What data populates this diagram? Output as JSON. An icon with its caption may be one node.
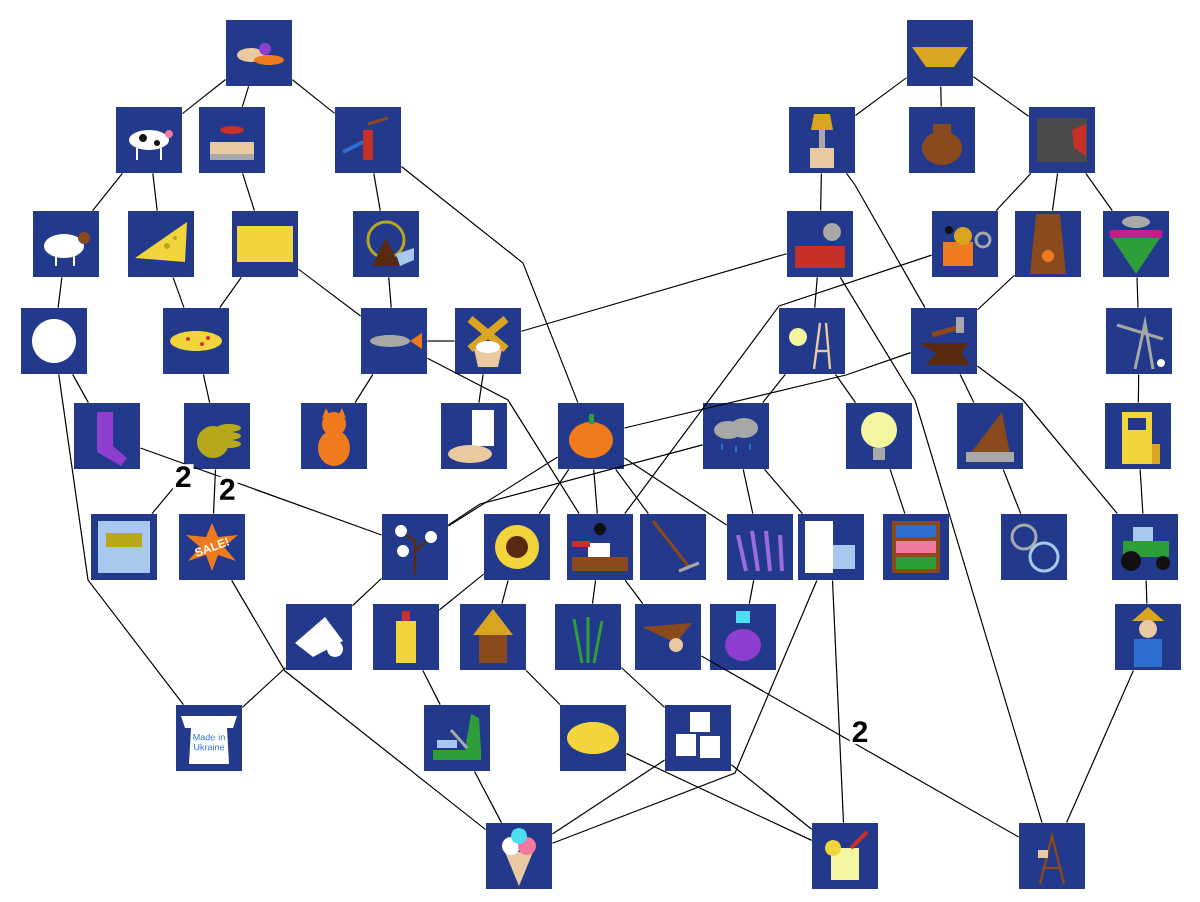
{
  "diagram": {
    "nodes": [
      {
        "text": [],
        "shape": "picture"
      },
      {
        "text": [],
        "shape": "picture"
      },
      {
        "text": [],
        "shape": "picture"
      },
      {
        "text": [],
        "shape": "picture"
      },
      {
        "text": [],
        "shape": "picture"
      },
      {
        "text": [],
        "shape": "picture"
      },
      {
        "text": [],
        "shape": "picture"
      },
      {
        "text": [],
        "shape": "picture"
      },
      {
        "text": [],
        "shape": "picture"
      },
      {
        "text": [],
        "shape": "picture"
      },
      {
        "text": [],
        "shape": "picture"
      },
      {
        "text": [],
        "shape": "picture"
      },
      {
        "text": [],
        "shape": "picture"
      },
      {
        "text": [],
        "shape": "picture"
      },
      {
        "text": [],
        "shape": "picture"
      },
      {
        "text": [],
        "shape": "picture"
      },
      {
        "text": [],
        "shape": "picture"
      },
      {
        "text": [],
        "shape": "picture"
      },
      {
        "text": [],
        "shape": "picture"
      },
      {
        "text": [],
        "shape": "picture"
      },
      {
        "text": [],
        "shape": "picture"
      },
      {
        "text": [],
        "shape": "picture"
      },
      {
        "text": [],
        "shape": "picture"
      },
      {
        "text": [],
        "shape": "picture"
      },
      {
        "text": [],
        "shape": "picture"
      },
      {
        "text": [],
        "shape": "picture"
      },
      {
        "text": [],
        "shape": "picture"
      },
      {
        "text": [],
        "shape": "picture"
      },
      {
        "text": [],
        "shape": "picture"
      },
      {
        "text": [],
        "shape": "picture"
      },
      {
        "text": [],
        "shape": "picture"
      },
      {
        "text": [],
        "shape": "picture"
      },
      {
        "text": [],
        "shape": "picture"
      },
      {
        "text": [
          "SALE!"
        ]
      },
      {
        "text": [],
        "shape": "picture"
      },
      {
        "text": [],
        "shape": "picture"
      },
      {
        "text": [],
        "shape": "picture"
      },
      {
        "text": [],
        "shape": "picture"
      },
      {
        "text": [],
        "shape": "picture"
      },
      {
        "text": [],
        "shape": "picture"
      },
      {
        "text": [],
        "shape": "picture"
      },
      {
        "text": [],
        "shape": "picture"
      },
      {
        "text": [],
        "shape": "picture"
      },
      {
        "text": [],
        "shape": "picture"
      },
      {
        "text": [],
        "shape": "picture"
      },
      {
        "text": [],
        "shape": "picture"
      },
      {
        "text": [],
        "shape": "picture"
      },
      {
        "text": [],
        "shape": "picture"
      },
      {
        "text": [],
        "shape": "picture"
      },
      {
        "text": [],
        "shape": "picture"
      },
      {
        "text": [
          "Made in Ukraine"
        ]
      },
      {
        "text": [],
        "shape": "picture"
      },
      {
        "text": [],
        "shape": "picture"
      },
      {
        "text": [],
        "shape": "picture"
      },
      {
        "text": [],
        "shape": "picture"
      },
      {
        "text": [],
        "shape": "picture"
      },
      {
        "text": [],
        "shape": "picture"
      }
    ],
    "edges": [
      {
        "from": 0,
        "to": 2,
        "arrow": "none"
      },
      {
        "from": 0,
        "to": 3,
        "arrow": "none"
      },
      {
        "from": 0,
        "to": 4,
        "arrow": "none"
      },
      {
        "from": 1,
        "to": 5,
        "arrow": "none"
      },
      {
        "from": 1,
        "to": 6,
        "arrow": "none"
      },
      {
        "from": 1,
        "to": 7,
        "arrow": "none"
      },
      {
        "from": 2,
        "to": 8,
        "arrow": "none"
      },
      {
        "from": 2,
        "to": 9,
        "arrow": "none"
      },
      {
        "from": 3,
        "to": 10,
        "arrow": "none"
      },
      {
        "from": 4,
        "to": 11,
        "arrow": "none"
      },
      {
        "from": 4,
        "to": 27,
        "arrow": "none"
      },
      {
        "from": 5,
        "to": 12,
        "arrow": "none"
      },
      {
        "from": 5,
        "to": 21,
        "arrow": "none"
      },
      {
        "from": 7,
        "to": 13,
        "arrow": "none"
      },
      {
        "from": 7,
        "to": 14,
        "arrow": "none"
      },
      {
        "from": 7,
        "to": 15,
        "arrow": "none"
      },
      {
        "from": 8,
        "to": 16,
        "arrow": "none"
      },
      {
        "from": 9,
        "to": 17,
        "arrow": "none"
      },
      {
        "from": 10,
        "to": 17,
        "arrow": "none"
      },
      {
        "from": 10,
        "to": 18,
        "arrow": "none"
      },
      {
        "from": 11,
        "to": 18,
        "arrow": "none"
      },
      {
        "from": 12,
        "to": 19,
        "arrow": "none"
      },
      {
        "from": 12,
        "to": 20,
        "arrow": "none"
      },
      {
        "from": 12,
        "to": 56,
        "arrow": "none"
      },
      {
        "from": 13,
        "to": 36,
        "arrow": "none"
      },
      {
        "from": 14,
        "to": 21,
        "arrow": "none"
      },
      {
        "from": 15,
        "to": 22,
        "arrow": "none"
      },
      {
        "from": 16,
        "to": 23,
        "arrow": "none"
      },
      {
        "from": 16,
        "to": 50,
        "arrow": "none"
      },
      {
        "from": 17,
        "to": 24,
        "arrow": "none"
      },
      {
        "from": 18,
        "to": 19,
        "arrow": "none"
      },
      {
        "from": 18,
        "to": 25,
        "arrow": "none"
      },
      {
        "from": 18,
        "to": 36,
        "arrow": "none"
      },
      {
        "from": 19,
        "to": 26,
        "arrow": "none"
      },
      {
        "from": 20,
        "to": 28,
        "arrow": "none"
      },
      {
        "from": 20,
        "to": 29,
        "arrow": "none"
      },
      {
        "from": 21,
        "to": 27,
        "arrow": "none"
      },
      {
        "from": 21,
        "to": 30,
        "arrow": "none"
      },
      {
        "from": 21,
        "to": 42,
        "arrow": "none"
      },
      {
        "from": 22,
        "to": 31,
        "arrow": "none"
      },
      {
        "from": 23,
        "to": 34,
        "arrow": "none"
      },
      {
        "from": 24,
        "to": 32,
        "arrow": "none",
        "label": "2"
      },
      {
        "from": 24,
        "to": 33,
        "arrow": "none",
        "label": "2"
      },
      {
        "from": 27,
        "to": 34,
        "arrow": "none"
      },
      {
        "from": 27,
        "to": 35,
        "arrow": "none"
      },
      {
        "from": 27,
        "to": 36,
        "arrow": "none"
      },
      {
        "from": 27,
        "to": 37,
        "arrow": "none"
      },
      {
        "from": 27,
        "to": 38,
        "arrow": "none"
      },
      {
        "from": 28,
        "to": 34,
        "arrow": "none"
      },
      {
        "from": 28,
        "to": 38,
        "arrow": "none"
      },
      {
        "from": 28,
        "to": 39,
        "arrow": "none"
      },
      {
        "from": 29,
        "to": 40,
        "arrow": "none"
      },
      {
        "from": 30,
        "to": 41,
        "arrow": "none"
      },
      {
        "from": 31,
        "to": 42,
        "arrow": "none"
      },
      {
        "from": 33,
        "to": 54,
        "arrow": "none"
      },
      {
        "from": 34,
        "to": 43,
        "arrow": "none"
      },
      {
        "from": 35,
        "to": 44,
        "arrow": "none"
      },
      {
        "from": 35,
        "to": 45,
        "arrow": "none"
      },
      {
        "from": 36,
        "to": 46,
        "arrow": "none"
      },
      {
        "from": 36,
        "to": 47,
        "arrow": "none"
      },
      {
        "from": 38,
        "to": 48,
        "arrow": "none"
      },
      {
        "from": 39,
        "to": 54,
        "arrow": "none"
      },
      {
        "from": 39,
        "to": 55,
        "arrow": "none"
      },
      {
        "from": 42,
        "to": 49,
        "arrow": "none"
      },
      {
        "from": 43,
        "to": 50,
        "arrow": "none"
      },
      {
        "from": 44,
        "to": 51,
        "arrow": "none"
      },
      {
        "from": 45,
        "to": 52,
        "arrow": "none"
      },
      {
        "from": 46,
        "to": 53,
        "arrow": "none"
      },
      {
        "from": 47,
        "to": 56,
        "arrow": "none",
        "label": "2"
      },
      {
        "from": 49,
        "to": 56,
        "arrow": "none"
      },
      {
        "from": 51,
        "to": 54,
        "arrow": "none"
      },
      {
        "from": 52,
        "to": 55,
        "arrow": "none"
      },
      {
        "from": 53,
        "to": 54,
        "arrow": "none"
      },
      {
        "from": 53,
        "to": 55,
        "arrow": "none"
      }
    ]
  }
}
